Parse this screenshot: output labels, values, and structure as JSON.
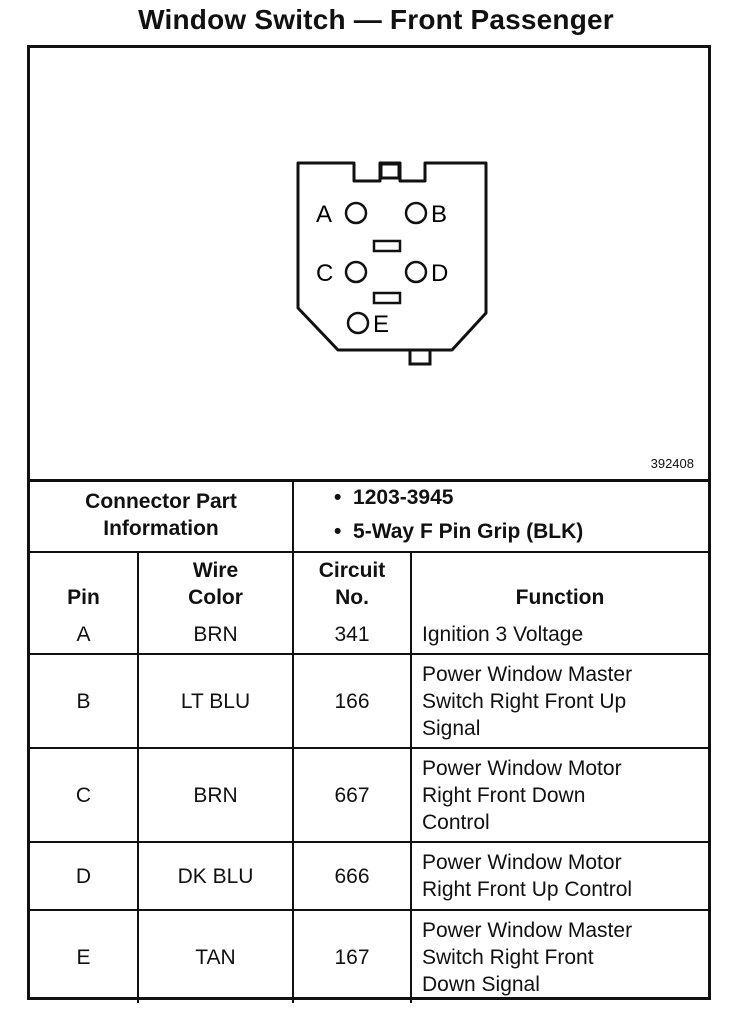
{
  "title": "Window Switch — Front Passenger",
  "diagram": {
    "figure_id": "392408",
    "pins": [
      "A",
      "B",
      "C",
      "D",
      "E"
    ]
  },
  "connector_info": {
    "label_line1": "Connector Part",
    "label_line2": "Information",
    "items": [
      "1203-3945",
      "5-Way F Pin Grip (BLK)"
    ]
  },
  "table": {
    "headers": {
      "pin": "Pin",
      "wire_color_line1": "Wire",
      "wire_color_line2": "Color",
      "circuit_line1": "Circuit",
      "circuit_line2": "No.",
      "function": "Function"
    },
    "rows": [
      {
        "pin": "A",
        "wire_color": "BRN",
        "circuit": "341",
        "function": [
          "Ignition 3 Voltage"
        ]
      },
      {
        "pin": "B",
        "wire_color": "LT BLU",
        "circuit": "166",
        "function": [
          "Power Window Master",
          "Switch Right Front Up",
          "Signal"
        ]
      },
      {
        "pin": "C",
        "wire_color": "BRN",
        "circuit": "667",
        "function": [
          "Power Window Motor",
          "Right Front Down",
          "Control"
        ]
      },
      {
        "pin": "D",
        "wire_color": "DK BLU",
        "circuit": "666",
        "function": [
          "Power Window Motor",
          "Right Front Up Control"
        ]
      },
      {
        "pin": "E",
        "wire_color": "TAN",
        "circuit": "167",
        "function": [
          "Power Window Master",
          "Switch Right Front",
          "Down Signal"
        ]
      }
    ]
  }
}
